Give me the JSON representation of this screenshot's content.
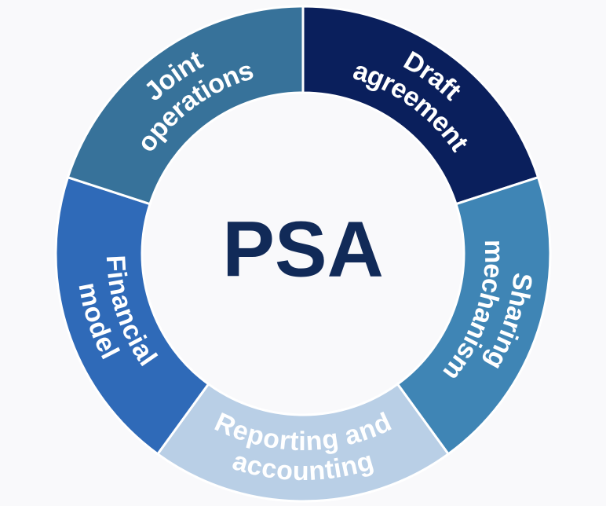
{
  "center": {
    "title": "PSA",
    "color": "#112a58"
  },
  "background_color": "#f9f9fb",
  "segments": [
    {
      "id": "draft-agreement",
      "lines": [
        "Draft",
        "agreement"
      ],
      "color": "#0a1f5c",
      "text_side": "outer"
    },
    {
      "id": "sharing-mechanism",
      "lines": [
        "Sharing",
        "mechanism"
      ],
      "color": "#3f85b5",
      "text_side": "outer"
    },
    {
      "id": "reporting-and-accounting",
      "lines": [
        "Reporting and",
        "accounting"
      ],
      "color": "#b9cfe6",
      "text_side": "inner"
    },
    {
      "id": "financial-model",
      "lines": [
        "Financial",
        "model"
      ],
      "color": "#2f6ab8",
      "text_side": "inner"
    },
    {
      "id": "joint-operations",
      "lines": [
        "Joint",
        "operations"
      ],
      "color": "#37729a",
      "text_side": "outer"
    }
  ]
}
